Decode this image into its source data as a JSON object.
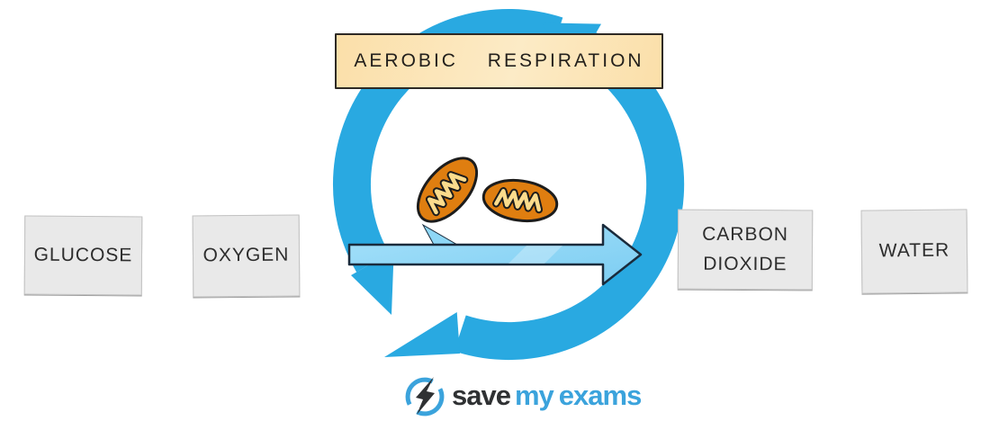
{
  "banner": {
    "label": "AEROBIC RESPIRATION"
  },
  "reactants": [
    {
      "label": "GLUCOSE"
    },
    {
      "label": "OXYGEN"
    }
  ],
  "products": [
    {
      "label": "CARBON DIOXIDE"
    },
    {
      "label": "WATER"
    }
  ],
  "icons": {
    "cycle_arrows": "circular-recycle-arrows",
    "mitochondria": "two-mitochondria",
    "reaction_arrow": "right-arrow",
    "logo_bolt": "lightning-bolt-in-circle"
  },
  "logo": {
    "save": "save",
    "my": "my",
    "exams": "exams"
  },
  "colors": {
    "cycle_blue": "#29A9E1",
    "arrow_fill_light": "#9ADDF8",
    "arrow_fill_dark": "#7CCDF2",
    "arrow_outline": "#1A2B3C",
    "banner_fill": "#FBE0AA",
    "banner_border": "#2E2A25",
    "box_fill": "#E9E9E9",
    "text_dark": "#2D2D2D",
    "mito_fill": "#DF7E10",
    "mito_cristae": "#FCDC8C",
    "mito_outline": "#1C1C1C",
    "logo_dark": "#2F3133",
    "logo_blue": "#3BA3DC"
  }
}
